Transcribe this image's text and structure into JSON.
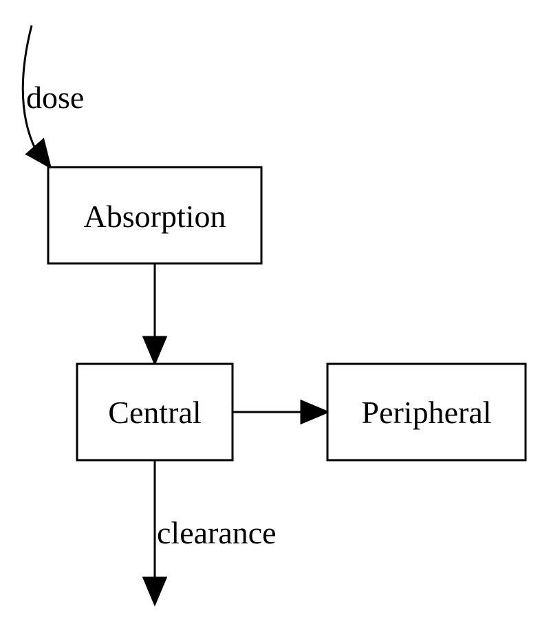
{
  "nodes": {
    "absorption": "Absorption",
    "central": "Central",
    "peripheral": "Peripheral"
  },
  "edges": {
    "dose": "dose",
    "clearance": "clearance"
  }
}
